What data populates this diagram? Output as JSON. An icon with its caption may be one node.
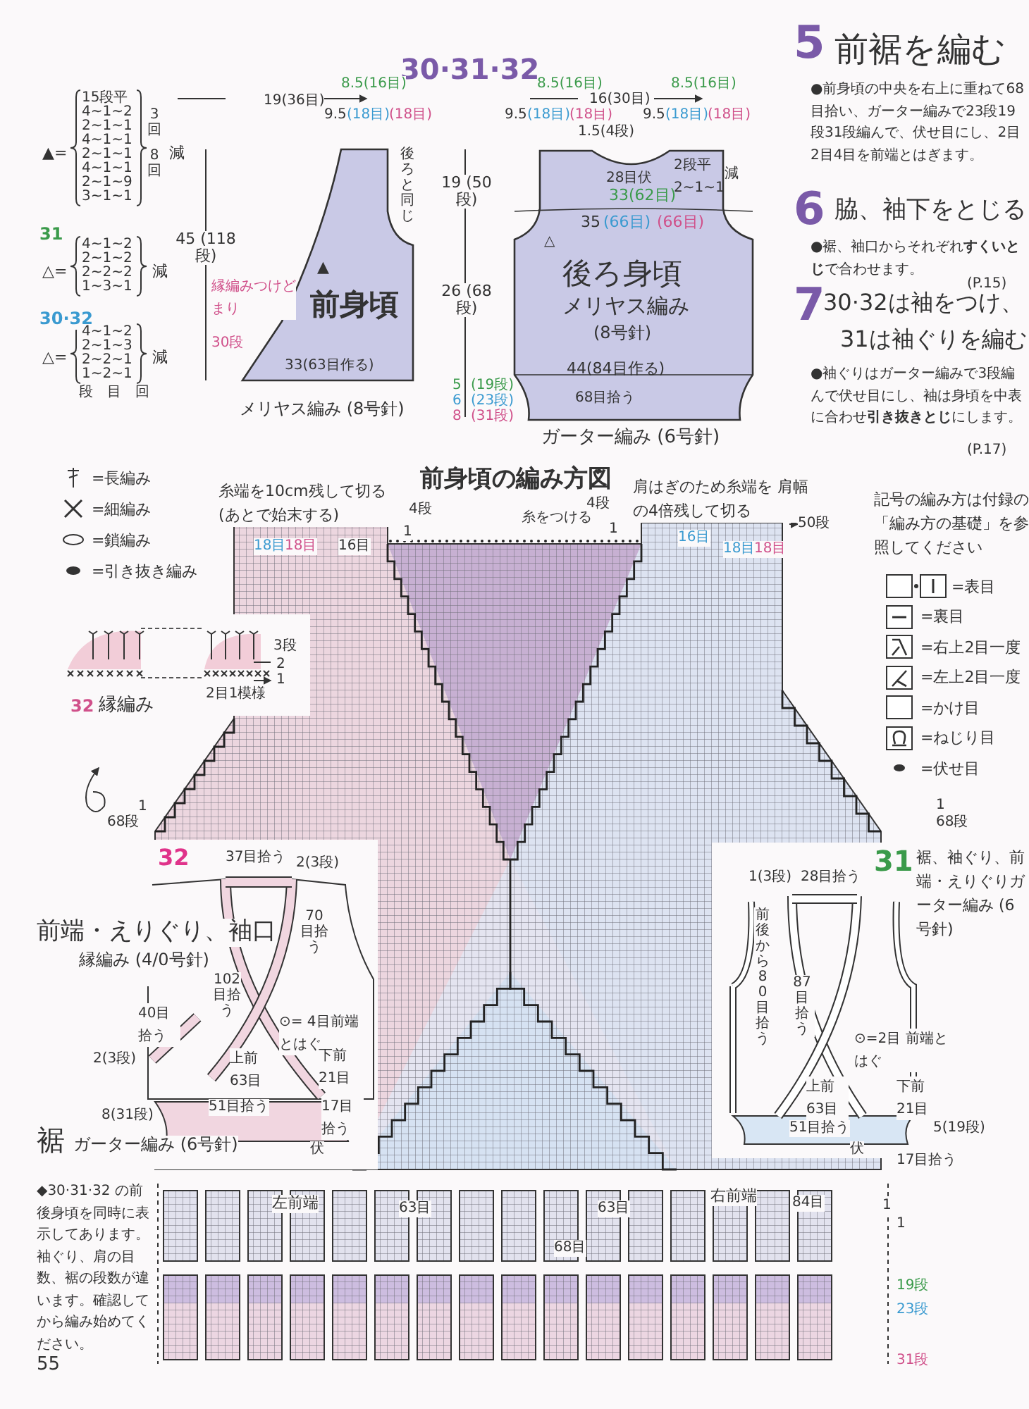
{
  "diagram": {
    "title": "30·31·32",
    "nodes": [
      {
        "text": [
          "前身頃"
        ]
      },
      {
        "text": [
          "後ろ身頃",
          "メリヤス編み",
          "(8号針)"
        ]
      }
    ],
    "labels": [
      "15段平",
      "4~1~2",
      "2~1~1",
      "3回",
      "4~1~1",
      "2~1~1",
      "4~1~1",
      "8回",
      "2~1~9",
      "3~1~1",
      "▲=",
      "減",
      "31",
      "4~1~2",
      "2~1~2",
      "2~2~2",
      "1~3~1",
      "△=",
      "減",
      "30·32",
      "4~1~2",
      "2~1~3",
      "2~2~1",
      "1~2~1",
      "段",
      "目",
      "回",
      "△=",
      "減",
      "19(36目)",
      "8.5(16目)",
      "9.5",
      "(18目)",
      "(18目)",
      "45 (118段)",
      "後ろと同じ",
      "縁編みつけどまり",
      "30段",
      "33(63目作る)",
      "メリヤス編み (8号針)",
      "19 (50段)",
      "26 (68段)",
      "5",
      "(19段)",
      "6",
      "(23段)",
      "8",
      "(31段)",
      "8.5(16目)",
      "8.5(16目)",
      "9.5",
      "(18目)",
      "(18目)",
      "16(30目)",
      "9.5",
      "(18目)",
      "(18目)",
      "1.5(4段)",
      "28目伏",
      "2段平 2~1~1",
      "減",
      "33(62目)",
      "35",
      "(66目)",
      "(66目)",
      "△",
      "44(84目作る)",
      "68目拾う",
      "ガーター編み (6号針)",
      "5",
      "前裾を編む",
      "●前身頃の中央を右上に重ねて68目拾い、ガーター編みで23段19段31段編んで、伏せ目にし、2目2目4目を前端とはぎます。",
      "6",
      "脇、袖下をとじる",
      "●裾、袖口からそれぞれ**すくいとじ**で合わせます。",
      "(P.15)",
      "7",
      "30·32は袖をつけ、",
      "31は袖ぐりを編む",
      "●袖ぐりはガーター編みで3段編んで伏せ目にし、袖は身頃を中表に合わせ**引き抜きとじ**にします。",
      "(P.17)",
      "前身頃の編み方図",
      "糸端を10cm残して切る (あとで始末する)",
      "肩はぎのため糸端を 肩幅の4倍残して切る",
      "4段",
      "1",
      "糸をつける",
      "4段",
      "1",
      "18目",
      "18目",
      "16目",
      "16目",
      "18目",
      "18目",
      "50段",
      "記号の編み方は付録の「編み方の基礎」を参照してください",
      "3段",
      "2",
      "1",
      "2目1模様",
      "32",
      "縁編み",
      "1",
      "68段",
      "1",
      "68段",
      "32",
      "37目拾う",
      "2(3段)",
      "前端・えりぐり、袖口",
      "縁編み (4/0号針)",
      "102目拾う",
      "70目拾う",
      "40目拾う",
      "2(3段)",
      "⊙= 4目前端とはぐ",
      "上前63目",
      "下前21目",
      "8(31段)",
      "51目拾う",
      "17目拾う",
      "裾",
      "ガーター編み (6号針)",
      "伏",
      "◆30·31·32 の前後身頃を同時に表示してあります。袖ぐり、肩の目数、裾の段数が違います。確認してから編み始めてください。",
      "55",
      "31",
      "裾、袖ぐり、前端・えりぐりガーター編み (6号針)",
      "1(3段)",
      "28目拾う",
      "前後から80目拾う",
      "87目拾う",
      "⊙=2目 前端とはぐ",
      "上前63目",
      "下前21目",
      "51目拾う",
      "5(19段)",
      "伏",
      "17目拾う",
      "左前端",
      "63目",
      "63目",
      "右前端",
      "84目",
      "68目",
      "1",
      "1",
      "19段",
      "23段",
      "31段",
      "▲"
    ],
    "legend": [
      {
        "text": "=長編み"
      },
      {
        "text": "=細編み"
      },
      {
        "text": "=鎖編み"
      },
      {
        "text": "=引き抜き編み"
      },
      {
        "text": "=表目"
      },
      {
        "text": "=裏目"
      },
      {
        "text": "=右上2目一度"
      },
      {
        "text": "=左上2目一度"
      },
      {
        "text": "=かけ目"
      },
      {
        "text": "=ねじり目"
      },
      {
        "text": "=伏せ目"
      }
    ]
  }
}
